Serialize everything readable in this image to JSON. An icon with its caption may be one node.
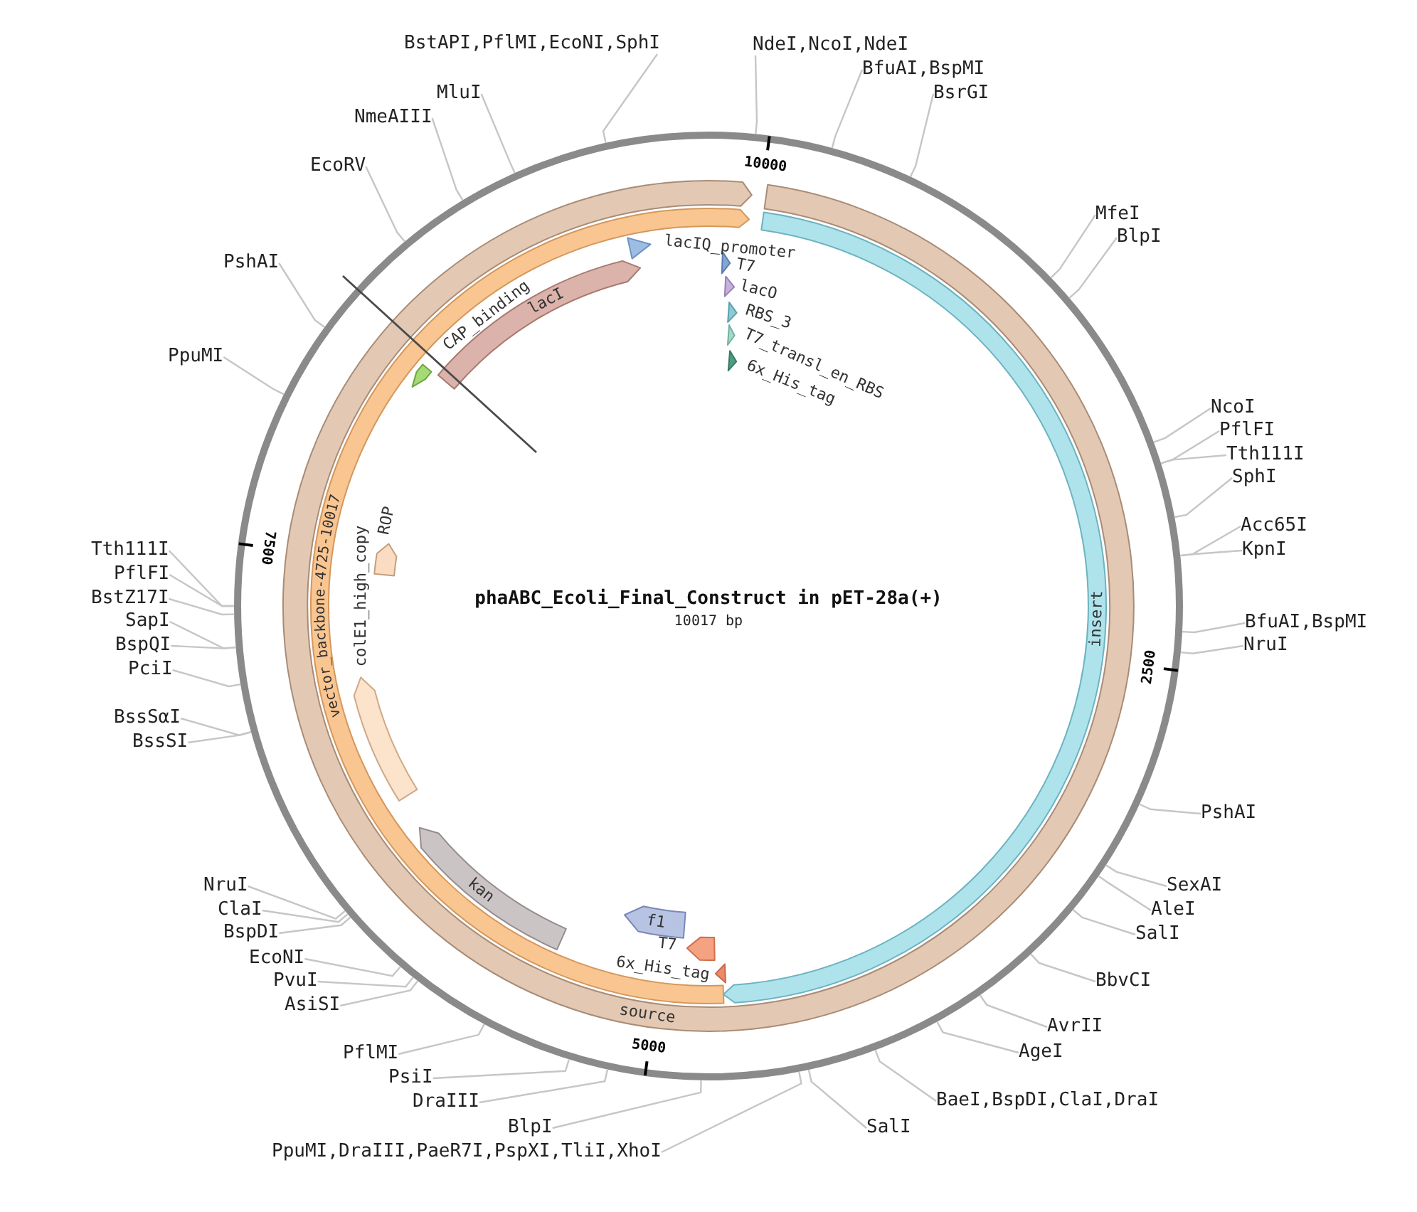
{
  "diagram": {
    "title": "phaABC_Ecoli_Final_Construct in pET-28a(+)",
    "nodes": [
      {
        "text": [
          "source"
        ]
      },
      {
        "text": [
          "vector_backbone-4725-10017"
        ]
      },
      {
        "text": [
          "insert"
        ]
      },
      {
        "text": [
          "lacI"
        ]
      },
      {
        "text": [
          "CAP_binding"
        ]
      },
      {
        "text": [
          "lacIQ_promoter"
        ]
      },
      {
        "text": [
          "T7"
        ]
      },
      {
        "text": [
          "lacO"
        ]
      },
      {
        "text": [
          "RBS_3"
        ]
      },
      {
        "text": [
          "T7_transl_en_RBS"
        ]
      },
      {
        "text": [
          "6x_His_tag"
        ]
      },
      {
        "text": [
          "ROP"
        ]
      },
      {
        "text": [
          "colE1_high_copy"
        ]
      },
      {
        "text": [
          "kan"
        ]
      },
      {
        "text": [
          "f1"
        ]
      },
      {
        "text": [
          "T7"
        ]
      },
      {
        "text": [
          "6x_His_tag"
        ]
      },
      {
        "text": [
          "PpuMI"
        ]
      },
      {
        "text": [
          "PshAI"
        ]
      },
      {
        "text": [
          "EcoRV"
        ]
      },
      {
        "text": [
          "NmeAIII"
        ]
      },
      {
        "text": [
          "MluI"
        ]
      },
      {
        "text": [
          "BstAPI,PflMI,EcoNI,SphI"
        ]
      },
      {
        "text": [
          "NdeI,NcoI,NdeI"
        ]
      },
      {
        "text": [
          "BfuAI,BspMI"
        ]
      },
      {
        "text": [
          "BsrGI"
        ]
      },
      {
        "text": [
          "MfeI"
        ]
      },
      {
        "text": [
          "BlpI"
        ]
      },
      {
        "text": [
          "NcoI"
        ]
      },
      {
        "text": [
          "PflFI"
        ]
      },
      {
        "text": [
          "Tth111I"
        ]
      },
      {
        "text": [
          "SphI"
        ]
      },
      {
        "text": [
          "Acc65I"
        ]
      },
      {
        "text": [
          "KpnI"
        ]
      },
      {
        "text": [
          "BfuAI,BspMI"
        ]
      },
      {
        "text": [
          "NruI"
        ]
      },
      {
        "text": [
          "PshAI"
        ]
      },
      {
        "text": [
          "SexAI"
        ]
      },
      {
        "text": [
          "AleI"
        ]
      },
      {
        "text": [
          "SalI"
        ]
      },
      {
        "text": [
          "BbvCI"
        ]
      },
      {
        "text": [
          "AvrII"
        ]
      },
      {
        "text": [
          "AgeI"
        ]
      },
      {
        "text": [
          "BaeI,BspDI,ClaI,DraI"
        ]
      },
      {
        "text": [
          "SalI"
        ]
      },
      {
        "text": [
          "PpuMI,DraIII,PaeR7I,PspXI,TliI,XhoI"
        ]
      },
      {
        "text": [
          "BlpI"
        ]
      },
      {
        "text": [
          "DraIII"
        ]
      },
      {
        "text": [
          "PsiI"
        ]
      },
      {
        "text": [
          "PflMI"
        ]
      },
      {
        "text": [
          "AsiSI"
        ]
      },
      {
        "text": [
          "PvuI"
        ]
      },
      {
        "text": [
          "EcoNI"
        ]
      },
      {
        "text": [
          "BspDI"
        ]
      },
      {
        "text": [
          "ClaI"
        ]
      },
      {
        "text": [
          "NruI"
        ]
      },
      {
        "text": [
          "BssSI"
        ]
      },
      {
        "text": [
          "BssSαI"
        ]
      },
      {
        "text": [
          "PciI"
        ]
      },
      {
        "text": [
          "BspQI"
        ]
      },
      {
        "text": [
          "SapI"
        ]
      },
      {
        "text": [
          "BstZ17I"
        ]
      },
      {
        "text": [
          "PflFI"
        ]
      },
      {
        "text": [
          "Tth111I"
        ]
      }
    ],
    "edges": [
      {
        "from": 17,
        "to": null,
        "arrow": "none"
      },
      {
        "from": 18,
        "to": null,
        "arrow": "none"
      },
      {
        "from": 19,
        "to": null,
        "arrow": "none"
      },
      {
        "from": 20,
        "to": null,
        "arrow": "none"
      },
      {
        "from": 21,
        "to": null,
        "arrow": "none"
      },
      {
        "from": 22,
        "to": null,
        "arrow": "none"
      },
      {
        "from": 23,
        "to": null,
        "arrow": "none"
      },
      {
        "from": 24,
        "to": null,
        "arrow": "none"
      },
      {
        "from": 25,
        "to": null,
        "arrow": "none"
      },
      {
        "from": 26,
        "to": null,
        "arrow": "none"
      },
      {
        "from": 27,
        "to": null,
        "arrow": "none"
      },
      {
        "from": 28,
        "to": null,
        "arrow": "none"
      },
      {
        "from": 29,
        "to": null,
        "arrow": "none"
      },
      {
        "from": 30,
        "to": null,
        "arrow": "none"
      },
      {
        "from": 31,
        "to": null,
        "arrow": "none"
      },
      {
        "from": 32,
        "to": null,
        "arrow": "none"
      },
      {
        "from": 33,
        "to": null,
        "arrow": "none"
      },
      {
        "from": 34,
        "to": null,
        "arrow": "none"
      },
      {
        "from": 35,
        "to": null,
        "arrow": "none"
      },
      {
        "from": 36,
        "to": null,
        "arrow": "none"
      },
      {
        "from": 37,
        "to": null,
        "arrow": "none"
      },
      {
        "from": 38,
        "to": null,
        "arrow": "none"
      },
      {
        "from": 39,
        "to": null,
        "arrow": "none"
      },
      {
        "from": 40,
        "to": null,
        "arrow": "none"
      },
      {
        "from": 41,
        "to": null,
        "arrow": "none"
      },
      {
        "from": 42,
        "to": null,
        "arrow": "none"
      },
      {
        "from": 43,
        "to": null,
        "arrow": "none"
      },
      {
        "from": 44,
        "to": null,
        "arrow": "none"
      },
      {
        "from": 45,
        "to": null,
        "arrow": "none"
      },
      {
        "from": 46,
        "to": null,
        "arrow": "none"
      },
      {
        "from": 47,
        "to": null,
        "arrow": "none"
      },
      {
        "from": 48,
        "to": null,
        "arrow": "none"
      },
      {
        "from": 49,
        "to": null,
        "arrow": "none"
      },
      {
        "from": 50,
        "to": null,
        "arrow": "none"
      },
      {
        "from": 51,
        "to": null,
        "arrow": "none"
      },
      {
        "from": 52,
        "to": null,
        "arrow": "none"
      },
      {
        "from": 53,
        "to": null,
        "arrow": "none"
      },
      {
        "from": 54,
        "to": null,
        "arrow": "none"
      },
      {
        "from": 55,
        "to": null,
        "arrow": "none"
      },
      {
        "from": 56,
        "to": null,
        "arrow": "none"
      },
      {
        "from": 57,
        "to": null,
        "arrow": "none"
      },
      {
        "from": 58,
        "to": null,
        "arrow": "none"
      },
      {
        "from": 59,
        "to": null,
        "arrow": "none"
      },
      {
        "from": 60,
        "to": null,
        "arrow": "none"
      },
      {
        "from": 61,
        "to": null,
        "arrow": "none"
      },
      {
        "from": 62,
        "to": null,
        "arrow": "none"
      },
      {
        "from": 63,
        "to": null,
        "arrow": "none"
      }
    ],
    "labels": [
      "10000",
      "7500",
      "10017 bp",
      "2500",
      "5000"
    ]
  }
}
